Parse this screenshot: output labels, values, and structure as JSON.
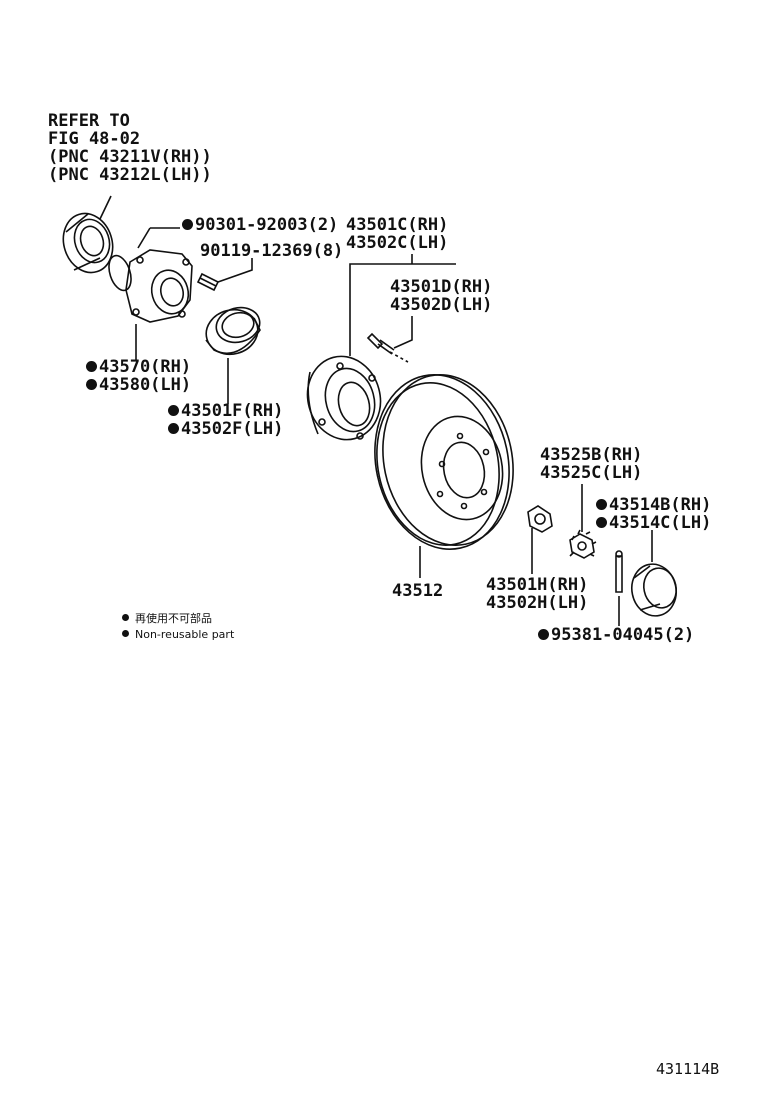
{
  "refer": {
    "line1": "REFER TO",
    "line2": "FIG 48-02",
    "line3": "(PNC 43211V(RH))",
    "line4": "(PNC 43212L(LH))"
  },
  "parts": {
    "bolt_90301": "90301-92003(2)",
    "bolt_90119": "90119-12369(8)",
    "hub_c_rh": "43501C(RH)",
    "hub_c_lh": "43502C(LH)",
    "bolt_d_rh": "43501D(RH)",
    "bolt_d_lh": "43502D(LH)",
    "knuckle_rh": "43570(RH)",
    "knuckle_lh": "43580(LH)",
    "bearing_f_rh": "43501F(RH)",
    "bearing_f_lh": "43502F(LH)",
    "nut_b_rh": "43525B(RH)",
    "nut_c_lh": "43525C(LH)",
    "cap_b_rh": "43514B(RH)",
    "cap_c_lh": "43514C(LH)",
    "disc": "43512",
    "washer_h_rh": "43501H(RH)",
    "washer_h_lh": "43502H(LH)",
    "pin": "95381-04045(2)"
  },
  "legend": {
    "jp": "再使用不可部品",
    "en": "Non-reusable part"
  },
  "figure_code": "431114B"
}
